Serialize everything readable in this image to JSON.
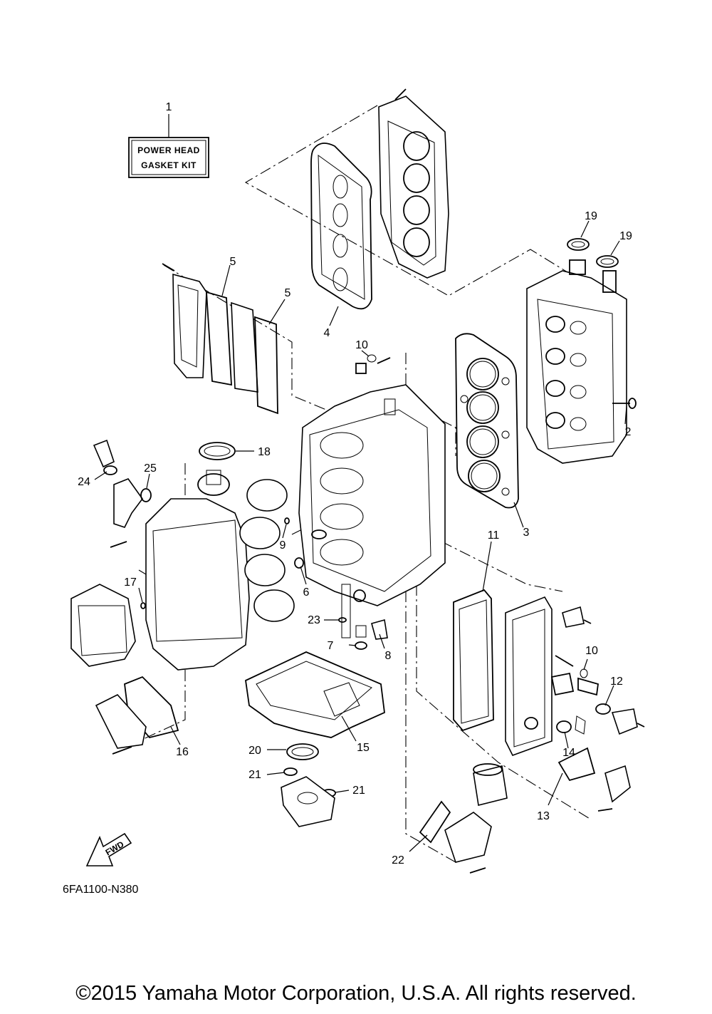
{
  "kit_box": {
    "line1": "POWER HEAD",
    "line2": "GASKET KIT"
  },
  "part_code": "6FA1100-N380",
  "fwd_label": "FWD",
  "callouts": [
    "1",
    "2",
    "3",
    "4",
    "5",
    "5",
    "6",
    "7",
    "8",
    "9",
    "10",
    "10",
    "11",
    "12",
    "13",
    "14",
    "15",
    "16",
    "17",
    "18",
    "19",
    "19",
    "20",
    "21",
    "21",
    "22",
    "23",
    "24",
    "25"
  ],
  "copyright": "©2015 Yamaha Motor Corporation, U.S.A. All rights reserved."
}
